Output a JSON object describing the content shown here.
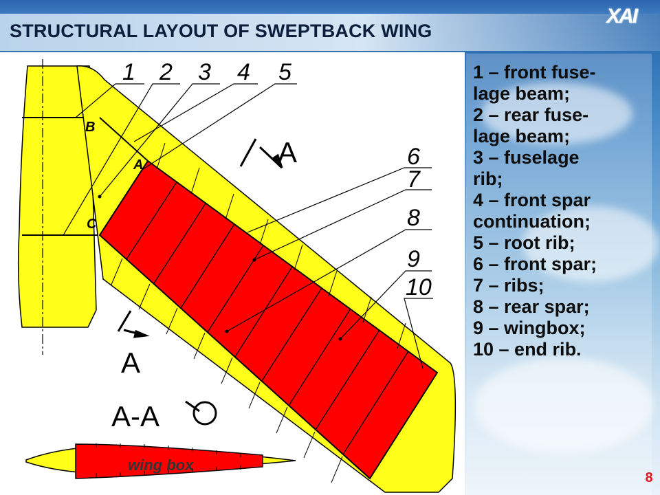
{
  "slide": {
    "title": "STRUCTURAL LAYOUT OF SWEPTBACK WING",
    "logo_text": "ХАІ",
    "page_number": "8"
  },
  "diagram": {
    "callout_numbers": [
      "1",
      "2",
      "3",
      "4",
      "5",
      "6",
      "7",
      "8",
      "9",
      "10"
    ],
    "point_labels": [
      "B",
      "A",
      "C"
    ],
    "section_mark": "A",
    "section_title": "A-A",
    "wing_box_label": "wing box",
    "colors": {
      "wing_fill": "#ffff1a",
      "wingbox_fill": "#ff0000",
      "line": "#000000"
    }
  },
  "legend": {
    "lines": [
      "1 – front fuse-",
      "lage beam;",
      "2 – rear fuse-",
      "lage beam;",
      "3 – fuselage",
      "rib;",
      "4 – front spar",
      "continuation;",
      "5 – root rib;",
      "6 – front spar;",
      "7 – ribs;",
      "8 – rear spar;",
      "9 – wingbox;",
      "10 – end rib."
    ]
  }
}
